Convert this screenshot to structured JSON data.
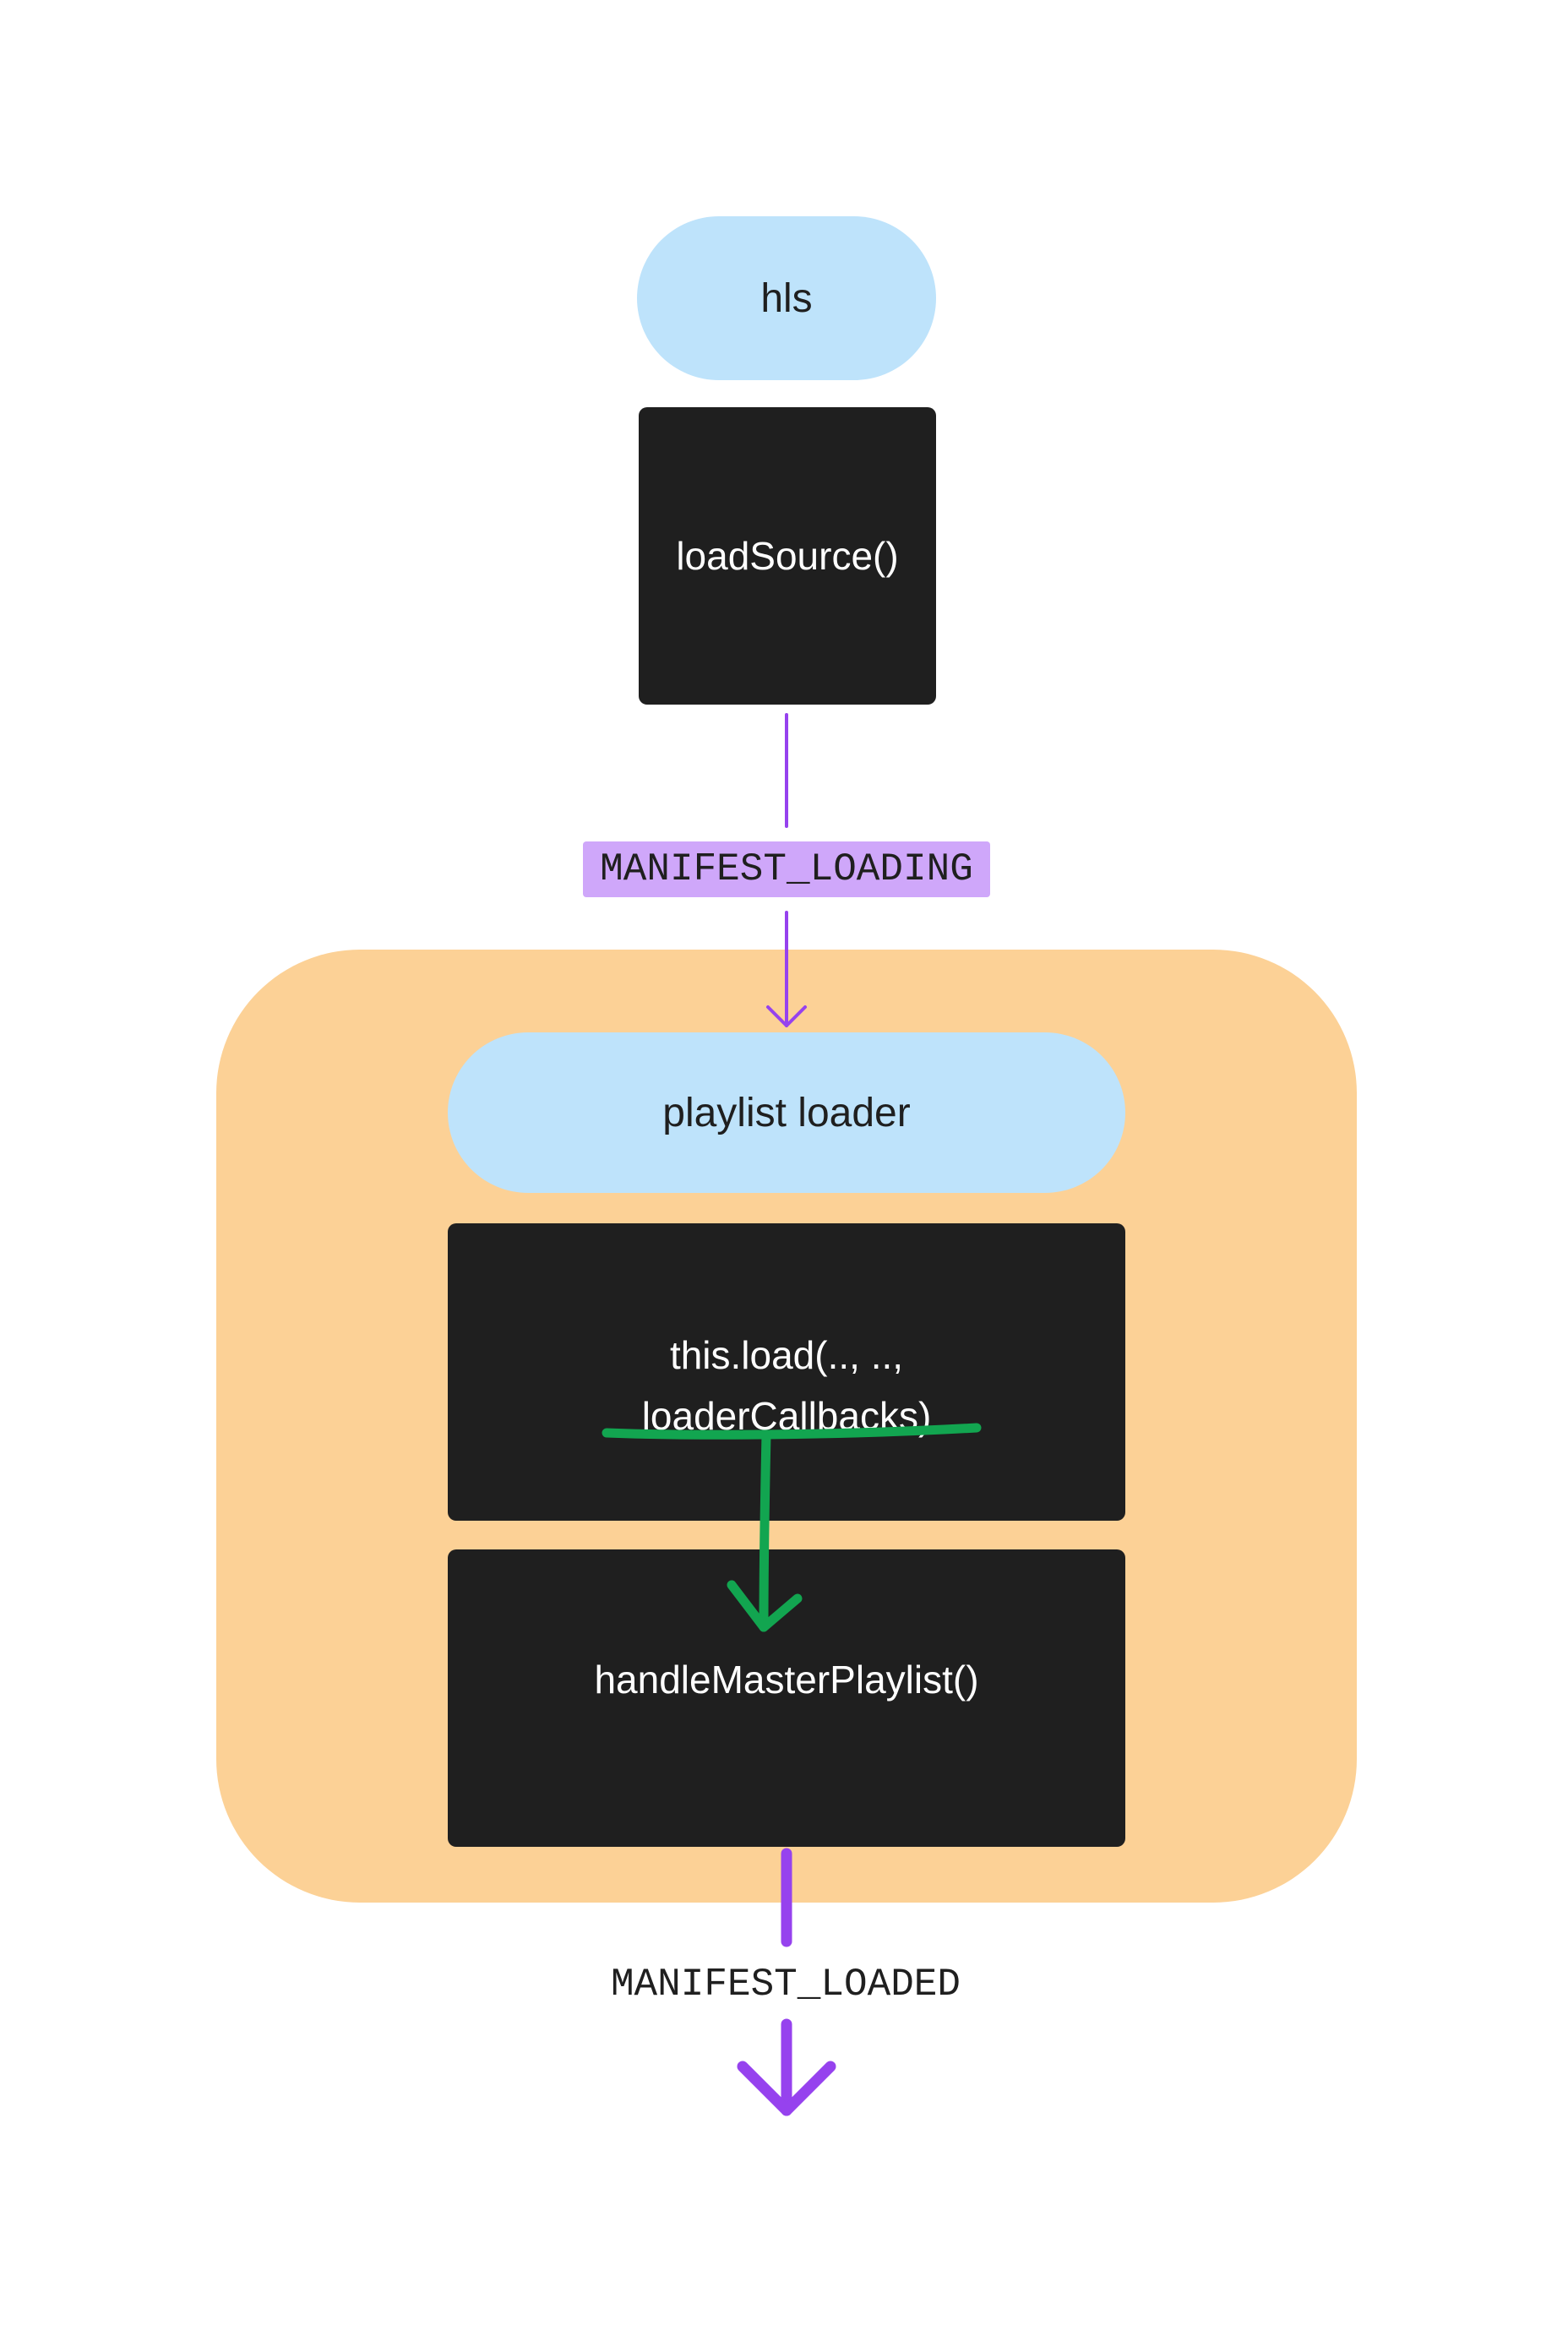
{
  "colors": {
    "container": "#fcd196",
    "pill": "#bee3fb",
    "dark_box": "#1f1f1f",
    "event_tag": "#cfa7fa",
    "purple_arrow": "#9642ee",
    "green_annotation": "#12a550"
  },
  "nodes": {
    "hls": {
      "label": "hls"
    },
    "load_source": {
      "label": "loadSource()"
    },
    "playlist_loader": {
      "label": "playlist loader"
    },
    "this_load": {
      "line1": "this.load(.., ..,",
      "line2": "loaderCallbacks)"
    },
    "handle_master": {
      "label": "handleMasterPlaylist()"
    }
  },
  "events": {
    "loading": {
      "label": "MANIFEST_LOADING"
    },
    "loaded": {
      "label": "MANIFEST_LOADED"
    }
  },
  "icons": {
    "loading_arrow": "arrow-down-icon",
    "loaded_arrow": "arrow-down-icon",
    "callback_arrow": "hand-drawn-arrow-icon"
  }
}
